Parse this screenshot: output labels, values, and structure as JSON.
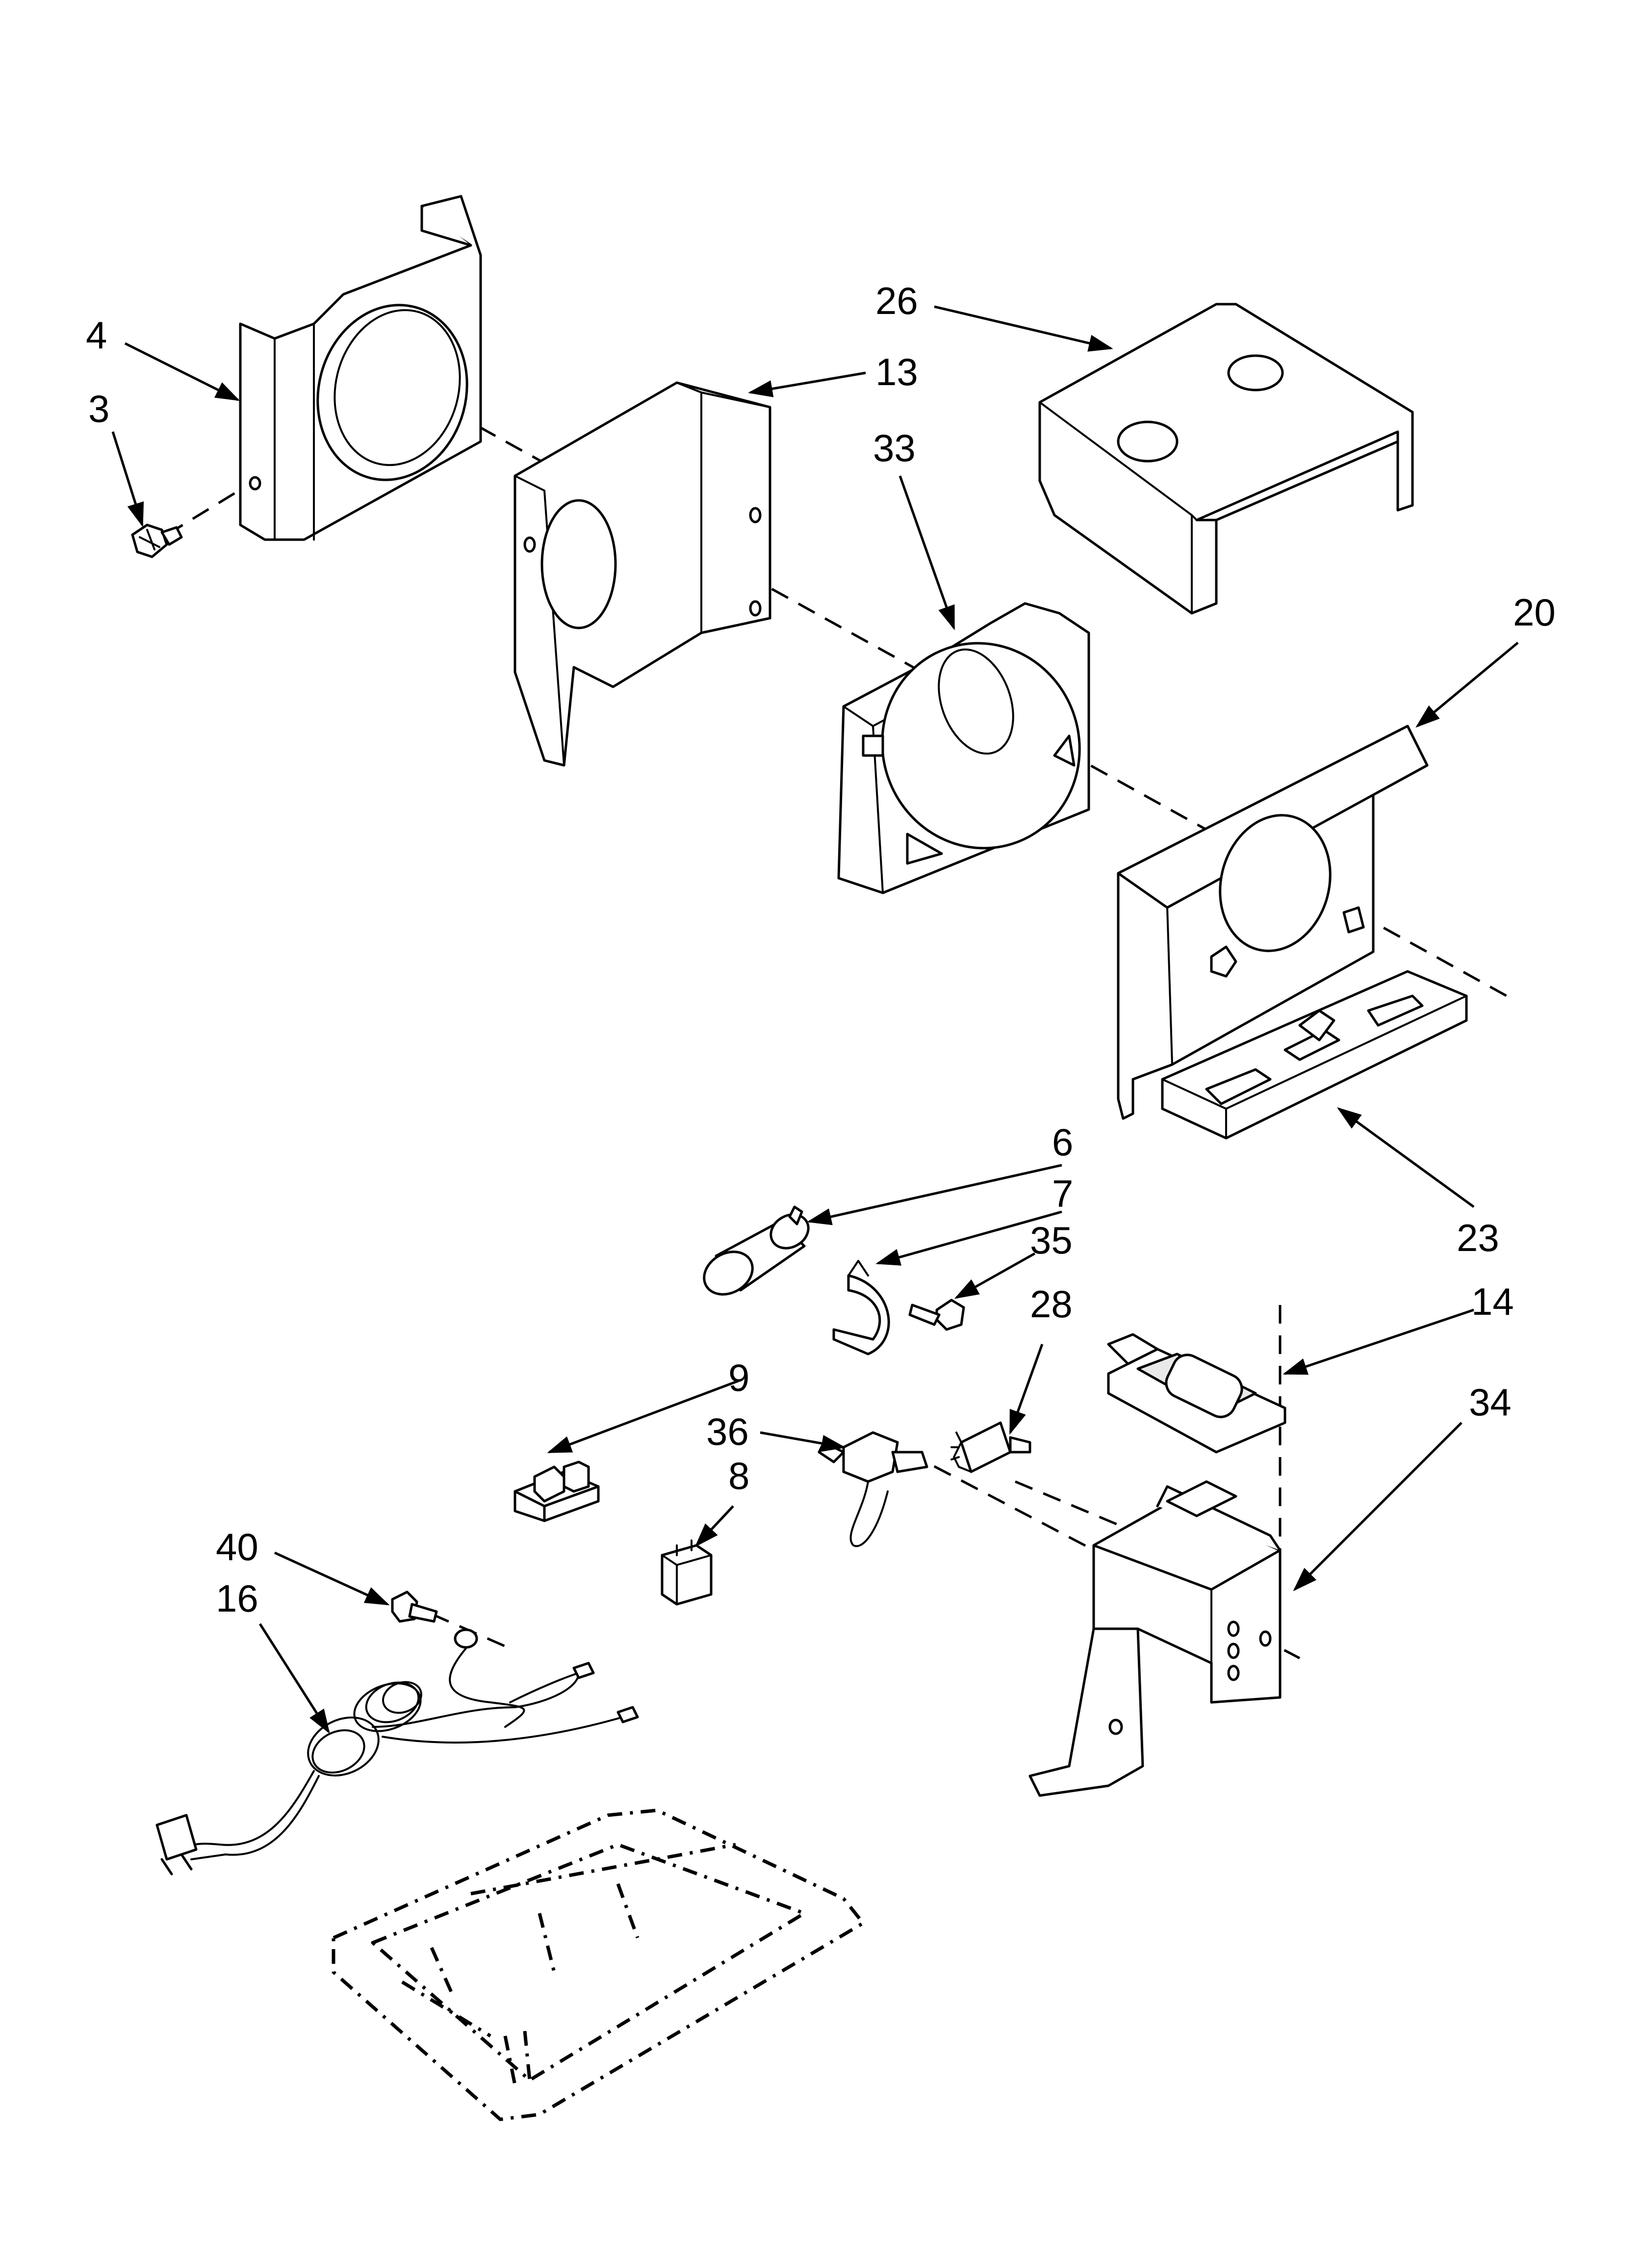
{
  "callouts": [
    {
      "id": "4",
      "label": "4"
    },
    {
      "id": "3",
      "label": "3"
    },
    {
      "id": "13",
      "label": "13"
    },
    {
      "id": "26",
      "label": "26"
    },
    {
      "id": "33",
      "label": "33"
    },
    {
      "id": "20",
      "label": "20"
    },
    {
      "id": "6",
      "label": "6"
    },
    {
      "id": "7",
      "label": "7"
    },
    {
      "id": "35",
      "label": "35"
    },
    {
      "id": "28",
      "label": "28"
    },
    {
      "id": "23",
      "label": "23"
    },
    {
      "id": "14",
      "label": "14"
    },
    {
      "id": "9",
      "label": "9"
    },
    {
      "id": "36",
      "label": "36"
    },
    {
      "id": "8",
      "label": "8"
    },
    {
      "id": "34",
      "label": "34"
    },
    {
      "id": "40",
      "label": "40"
    },
    {
      "id": "16",
      "label": "16"
    }
  ]
}
